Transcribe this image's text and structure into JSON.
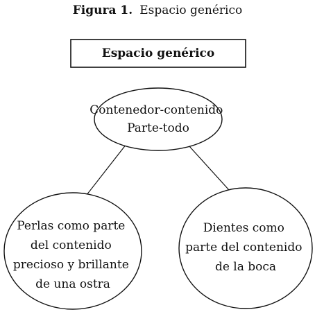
{
  "figure": {
    "caption_label": "Figura 1.",
    "caption_text": "Espacio genérico"
  },
  "diagram": {
    "title_box": "Espacio genérico",
    "top_node": {
      "lines": [
        "Contenedor-contenido",
        "Parte-todo"
      ]
    },
    "left_node": {
      "lines": [
        "Perlas como parte",
        "del contenido",
        "precioso y brillante",
        "de una ostra"
      ]
    },
    "right_node": {
      "lines": [
        "Dientes como",
        "parte del contenido",
        "de la boca"
      ]
    }
  }
}
